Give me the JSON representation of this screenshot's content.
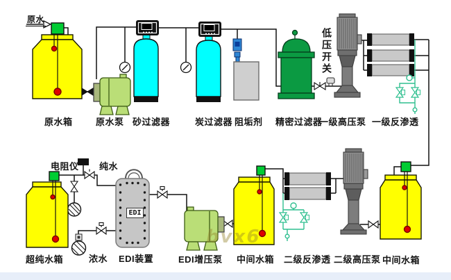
{
  "labels": {
    "raw_water_inlet": "原水",
    "raw_water_tank": "原水箱",
    "raw_water_pump": "原水泵",
    "sand_filter": "砂过滤器",
    "carbon_filter": "炭过滤器",
    "antiscalant_doser": "阻垢剂",
    "precision_filter": "精密过滤器",
    "low_pressure_switch": "低压开关",
    "stage1_high_pressure_pump": "一级高压泵",
    "stage1_reverse_osmosis": "一级反渗透",
    "ultrapure_water_tank": "超纯水箱",
    "resistivity_meter": "电阻仪",
    "pure_water": "纯水",
    "concentrate_water": "浓水",
    "edi_unit": "EDI装置",
    "edi_booster_pump": "EDI增压泵",
    "intermediate_tank_left": "中间水箱",
    "stage2_reverse_osmosis": "二级反渗透",
    "stage2_high_pressure_pump": "二级高压泵",
    "intermediate_tank_right": "中间水箱",
    "edi_badge": "EDI"
  },
  "watermark": "bvx6",
  "colors": {
    "tank_yellow": "#ffff00",
    "column_cyan": "#00ffff",
    "vessel_green": "#0b9a42",
    "pump_body_green": "#bade77",
    "level_switch_green": "#00cc33",
    "float_red": "#dd0000",
    "membrane_gray": "#c9c9c9",
    "dosing_blue": "#2e86d4",
    "flush_pipe_green": "#2fbf8f",
    "pipe_black": "#111111"
  }
}
